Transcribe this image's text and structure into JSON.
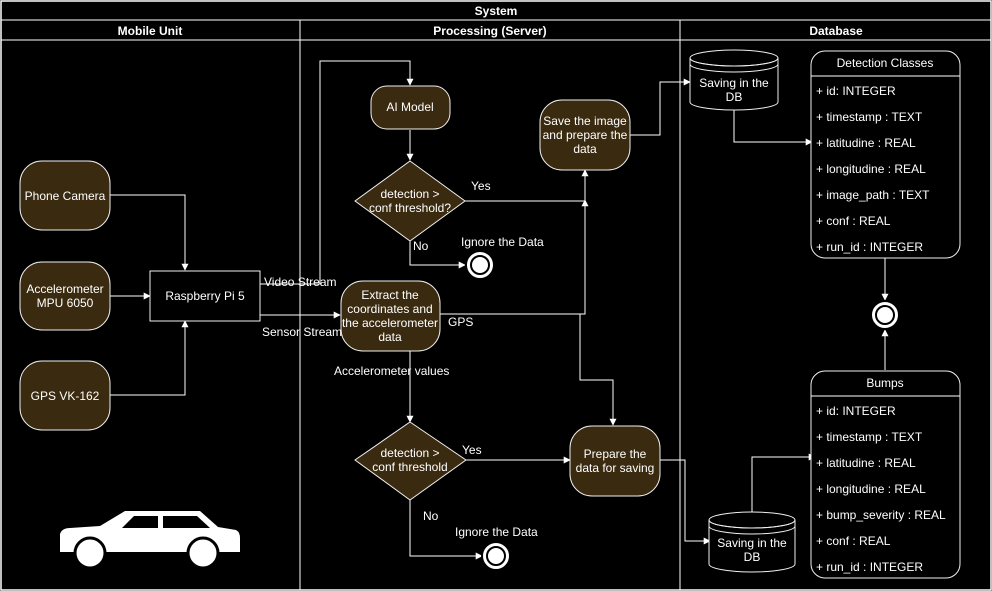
{
  "title": "System",
  "lanes": {
    "mobile": "Mobile Unit",
    "processing": "Processing (Server)",
    "database": "Database"
  },
  "nodes": {
    "phone_camera": [
      "Phone Camera"
    ],
    "accelerometer": [
      "Accelerometer",
      "MPU 6050"
    ],
    "gps": [
      "GPS VK-162"
    ],
    "raspberry": [
      "Raspberry Pi 5"
    ],
    "ai_model": [
      "AI Model"
    ],
    "detection1": [
      "detection >",
      "conf threshold?"
    ],
    "extract": [
      "Extract the",
      "coordinates and",
      "the accelerometer",
      "data"
    ],
    "save_image": [
      "Save the image",
      "and prepare the",
      "data"
    ],
    "detection2": [
      "detection >",
      "conf threshold"
    ],
    "prepare": [
      "Prepare the",
      "data for saving"
    ],
    "db1": [
      "Saving in the",
      "DB"
    ],
    "db2": [
      "Saving in the",
      "DB"
    ]
  },
  "labels": {
    "yes1": "Yes",
    "no1": "No",
    "ignore1": "Ignore the Data",
    "yes2": "Yes",
    "no2": "No",
    "ignore2": "Ignore the Data",
    "video_stream": "Video Stream",
    "sensor_stream": "Sensor Stream",
    "gps": "GPS",
    "accel_values": "Accelerometer values"
  },
  "tables": {
    "detection_classes": {
      "title": "Detection Classes",
      "fields": [
        "+ id: INTEGER",
        "+ timestamp : TEXT",
        "+ latitudine : REAL",
        "+ longitudine : REAL",
        "+ image_path : TEXT",
        "+ conf : REAL",
        "+ run_id : INTEGER"
      ]
    },
    "bumps": {
      "title": "Bumps",
      "fields": [
        "+ id: INTEGER",
        "+ timestamp : TEXT",
        "+ latitudine : REAL",
        "+ longitudine : REAL",
        "+ bump_severity : REAL",
        "+ conf : REAL",
        "+ run_id : INTEGER"
      ]
    }
  },
  "icons": {
    "car": "car-icon",
    "end_state": "end-state-icon"
  },
  "colors": {
    "background": "#000000",
    "node_fill": "#3a2a10",
    "stroke": "#ffffff"
  }
}
